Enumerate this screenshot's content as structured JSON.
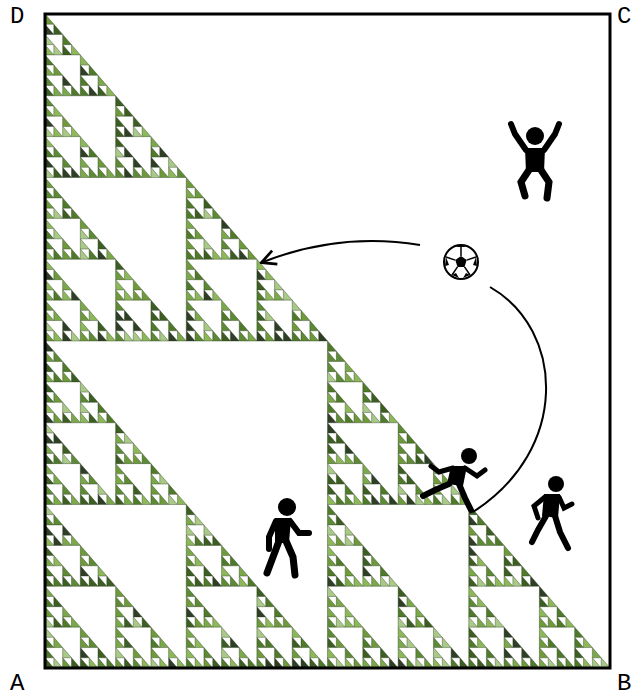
{
  "diagram": {
    "labels": [
      "D",
      "C",
      "A",
      "B"
    ]
  }
}
